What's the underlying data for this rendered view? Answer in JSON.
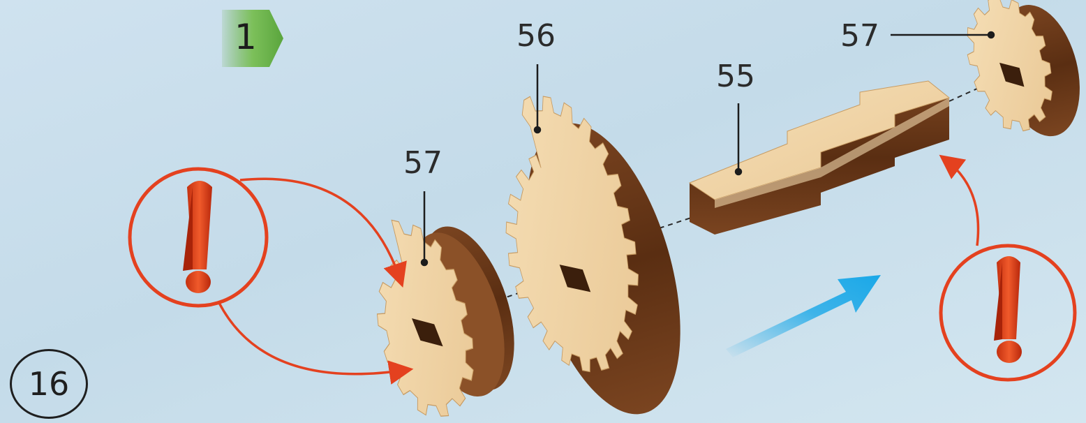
{
  "step": {
    "number": "1",
    "color": "#6ab04c"
  },
  "page_number": "16",
  "parts": [
    {
      "id": "57",
      "name": "small-gear"
    },
    {
      "id": "56",
      "name": "large-gear"
    },
    {
      "id": "55",
      "name": "axle-shaft"
    },
    {
      "id": "57",
      "name": "small-gear"
    }
  ],
  "labels": {
    "left_small_gear": "57",
    "large_gear": "56",
    "shaft": "55",
    "right_small_gear": "57"
  },
  "icons": [
    "warning-exclamation-icon",
    "warning-exclamation-icon",
    "direction-arrow-icon"
  ],
  "colors": {
    "background": "#c9deeb",
    "wood_light": "#f1d6a8",
    "wood_dark": "#6b3a1c",
    "warning_red": "#e4411f",
    "arrow_blue": "#1aa8e8",
    "step_green": "#6ab04c"
  }
}
